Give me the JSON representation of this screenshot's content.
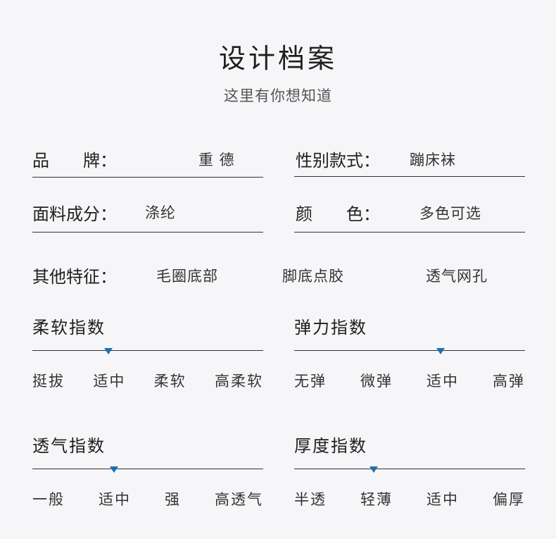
{
  "header": {
    "title": "设计档案",
    "subtitle": "这里有你想知道"
  },
  "fields": {
    "brand": {
      "label": "品　　牌：",
      "value": "重 德"
    },
    "gender_style": {
      "label": "性别款式：",
      "value": "蹦床袜"
    },
    "material": {
      "label": "面料成分：",
      "value": "涤纶"
    },
    "color": {
      "label": "颜　　色：",
      "value": "多色可选"
    },
    "features": {
      "label": "其他特征：",
      "values": [
        "毛圈底部",
        "脚底点胶",
        "透气网孔"
      ]
    }
  },
  "indices": {
    "softness": {
      "title": "柔软指数",
      "labels": [
        "挺拔",
        "适中",
        "柔软",
        "高柔软"
      ],
      "selected": "适中",
      "level": 0.33
    },
    "elasticity": {
      "title": "弹力指数",
      "labels": [
        "无弹",
        "微弹",
        "适中",
        "高弹"
      ],
      "selected": "适中",
      "level": 0.635
    },
    "breathability": {
      "title": "透气指数",
      "labels": [
        "一般",
        "适中",
        "强",
        "高透气"
      ],
      "selected": "适中",
      "level": 0.355
    },
    "thickness": {
      "title": "厚度指数",
      "labels": [
        "半透",
        "轻薄",
        "适中",
        "偏厚"
      ],
      "selected": "轻薄",
      "level": 0.345
    }
  }
}
